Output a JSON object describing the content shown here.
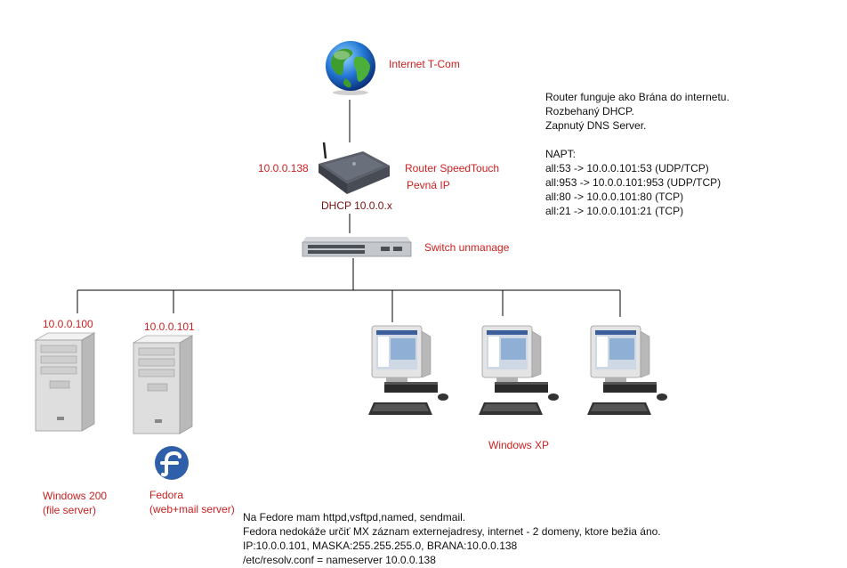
{
  "labels": {
    "internet": "Internet T-Com",
    "router_ip": "10.0.0.138",
    "router_name": "Router SpeedTouch",
    "router_static": "Pevná IP",
    "router_dhcp": "DHCP 10.0.0.x",
    "switch": "Switch  unmanage",
    "server1_ip": "10.0.0.100",
    "server2_ip": "10.0.0.101",
    "server1_name_1": "Windows 200",
    "server1_name_2": "(file server)",
    "server2_name_1": "Fedora",
    "server2_name_2": "(web+mail server)",
    "clients": "Windows XP"
  },
  "router_notes": [
    "Router funguje ako Brána do internetu.",
    "Rozbehaný DHCP.",
    "Zapnutý DNS Server.",
    "",
    "NAPT:",
    "all:53 -> 10.0.0.101:53 (UDP/TCP)",
    "all:953 -> 10.0.0.101:953 (UDP/TCP)",
    "all:80 -> 10.0.0.101:80 (TCP)",
    "all:21 -> 10.0.0.101:21 (TCP)"
  ],
  "fedora_notes": [
    "Na Fedore mam httpd,vsftpd,named, sendmail.",
    "Fedora nedokáže určiť MX záznam externejadresy, internet - 2 domeny, ktore bežia áno.",
    "IP:10.0.0.101, MASKA:255.255.255.0, BRANA:10.0.0.138",
    "/etc/resolv.conf = nameserver 10.0.0.138"
  ],
  "colors": {
    "label_red": "#cc1f1f",
    "wire": "#000000",
    "fedora_blue": "#2f5fa8"
  }
}
